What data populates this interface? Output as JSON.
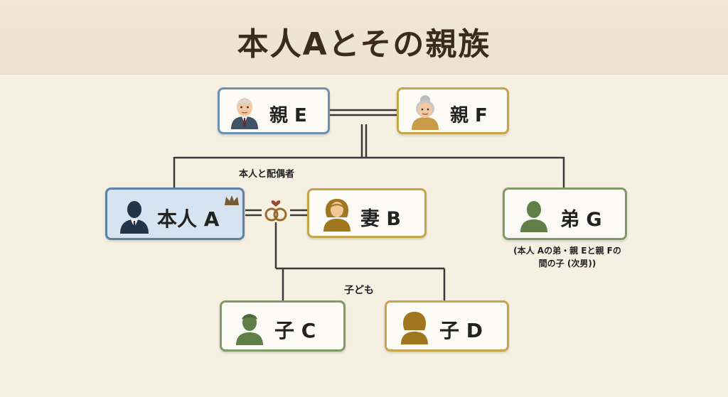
{
  "title": "本人Aとその親族",
  "nodes": {
    "parent_e": {
      "label": "親 E",
      "icon": "elderly-man-icon"
    },
    "parent_f": {
      "label": "親 F",
      "icon": "elderly-woman-icon"
    },
    "self_a": {
      "label": "本人 A",
      "icon": "man-in-suit-icon"
    },
    "spouse_b": {
      "label": "妻 B",
      "icon": "woman-icon"
    },
    "brother_g": {
      "label": "弟 G",
      "icon": "person-icon"
    },
    "child_c": {
      "label": "子 C",
      "icon": "child-icon"
    },
    "child_d": {
      "label": "子 D",
      "icon": "girl-icon"
    }
  },
  "captions": {
    "couple": "本人と配偶者",
    "children": "子ども"
  },
  "notes": {
    "brother_line1": "(本人 Aの弟・親 Eと親 Fの",
    "brother_line2": "間の子 (次男))"
  },
  "colors": {
    "blue_border": "#6f8fb0",
    "gold_border": "#c8a44a",
    "green_border": "#7e9b67",
    "self_fill": "#d6e3f0",
    "line": "#3a3a3a",
    "ring": "#9a6a2e",
    "heart": "#9b4a2e",
    "crown": "#7a5a32"
  }
}
